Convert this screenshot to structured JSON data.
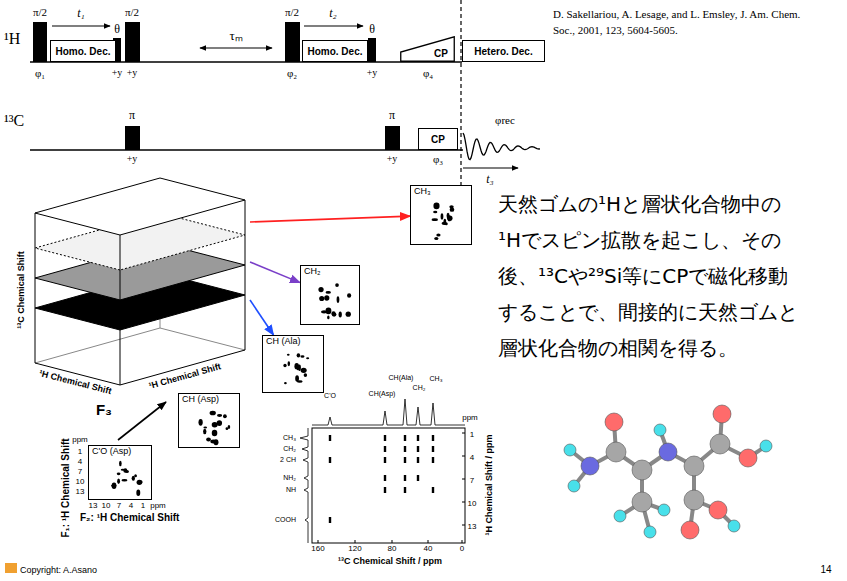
{
  "diagram": {
    "nodes": [
      {
        "text": [
          "Homo. Dec."
        ]
      },
      {
        "text": [
          "Homo. Dec."
        ]
      },
      {
        "text": [
          "CP"
        ]
      },
      {
        "text": [
          "Hetero. Dec."
        ]
      },
      {
        "text": [
          "CP"
        ]
      },
      {
        "text": [
          "¹³C Chemical Shift",
          "¹H Chemical Shift",
          "¹H Chemical Shift"
        ]
      },
      {
        "text": [
          "CH₃"
        ]
      },
      {
        "text": [
          "CH₂"
        ]
      },
      {
        "text": [
          "CH (Ala)"
        ]
      },
      {
        "text": [
          "CH (Asp)"
        ]
      },
      {
        "text": [
          "C'O (Asp)"
        ]
      }
    ],
    "edges": [
      {
        "from": 5,
        "to": 6,
        "arrow": "to"
      },
      {
        "from": 5,
        "to": 7,
        "arrow": "to"
      },
      {
        "from": 5,
        "to": 8,
        "arrow": "to"
      }
    ],
    "labels": [
      "¹H",
      "π/2",
      "t₁",
      "θ",
      "π/2",
      "τₘ",
      "π/2",
      "t₂",
      "θ",
      "φ₁",
      "+y",
      "+y",
      "φ₂",
      "+y",
      "φ₄",
      "¹³C",
      "π",
      "+y",
      "π",
      "+y",
      "φ₃",
      "φrec",
      "t₃",
      "D. Sakellariou, A. Lesage, and L. Emsley, J. Am. Chem. Soc., 2001, 123, 5604-5605.",
      "F₃",
      "F₁: ¹H Chemical Shift",
      "ppm",
      "1",
      "4",
      "7",
      "10",
      "13",
      "13",
      "10",
      "7",
      "4",
      "1",
      "ppm",
      "F₂: ¹H Chemical Shift",
      "C'O",
      "CH(Asp)",
      "CH(Ala)",
      "CH₂",
      "CH₃",
      "CH₃",
      "CH₂",
      "2 CH",
      "NH₂",
      "NH",
      "COOH",
      "ppm",
      "1",
      "4",
      "7",
      "10",
      "13",
      "¹H Chemical Shift / ppm",
      "160",
      "120",
      "80",
      "40",
      "0",
      "¹³C Chemical Shift / ppm",
      "天然ゴムの¹Hと層状化合物中の¹Hでスピン拡散を起こし、その後、¹³Cや²⁹Si等にCPで磁化移動することで、間接的に天然ゴムと層状化合物の相関を得る。",
      "Copyright: A.Asano",
      "14"
    ]
  }
}
